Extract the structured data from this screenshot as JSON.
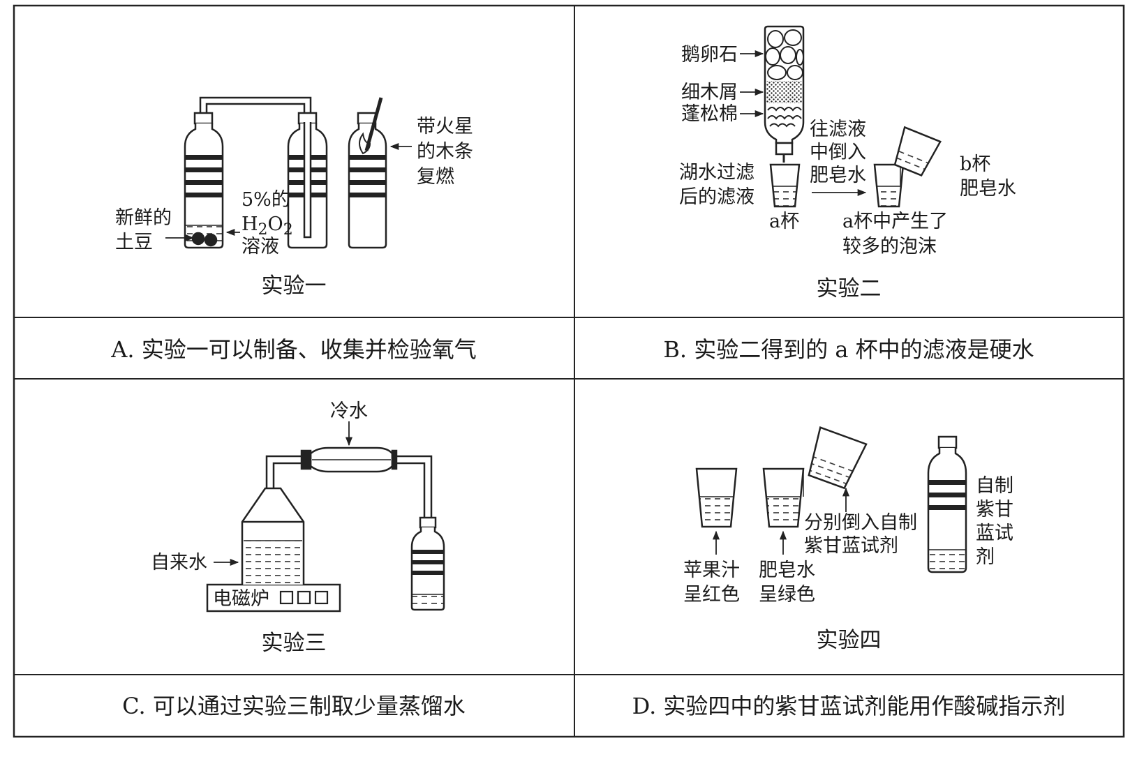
{
  "panels": {
    "exp1": {
      "caption": "实验一",
      "potato": [
        "新鲜的",
        "土豆"
      ],
      "h2o2": {
        "pct": "5%的",
        "formula_h": "H",
        "formula_2a": "2",
        "formula_o": "O",
        "formula_2b": "2",
        "solution": "溶液"
      },
      "splint": [
        "带火星",
        "的木条",
        "复燃"
      ]
    },
    "exp2": {
      "caption": "实验二",
      "pebbles": "鹅卵石",
      "sawdust": "细木屑",
      "cotton": "蓬松棉",
      "filtrate": [
        "湖水过滤",
        "后的滤液"
      ],
      "cup_a": "a杯",
      "pour": [
        "往滤液",
        "中倒入",
        "肥皂水"
      ],
      "cup_b": [
        "b杯",
        "肥皂水"
      ],
      "foam": [
        "a杯中产生了",
        "较多的泡沫"
      ]
    },
    "exp3": {
      "caption": "实验三",
      "cold_water": "冷水",
      "tap_water": "自来水",
      "stove": "电磁炉"
    },
    "exp4": {
      "caption": "实验四",
      "apple": [
        "苹果汁",
        "呈红色"
      ],
      "soap": [
        "肥皂水",
        "呈绿色"
      ],
      "pour": [
        "分别倒入自制",
        "紫甘蓝试剂"
      ],
      "reagent": [
        "自制",
        "紫甘",
        "蓝试",
        "剂"
      ]
    }
  },
  "options": {
    "A": "A. 实验一可以制备、收集并检验氧气",
    "B": "B. 实验二得到的 a 杯中的滤液是硬水",
    "C": "C. 可以通过实验三制取少量蒸馏水",
    "D": "D. 实验四中的紫甘蓝试剂能用作酸碱指示剂"
  }
}
